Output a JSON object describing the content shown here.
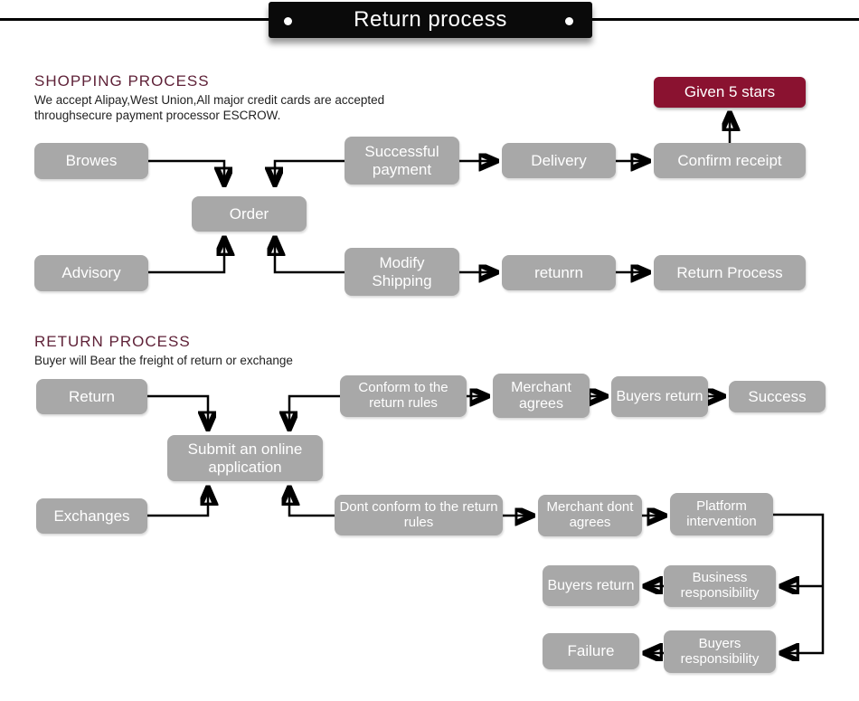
{
  "title_bar": {
    "title": "Return process"
  },
  "colors": {
    "node_bg": "#a8a8a8",
    "node_text": "#ffffff",
    "accent": "#8a1230",
    "heading": "#5f2238",
    "body_text": "#1f1f1f",
    "line_color": "#000000",
    "ribbon_bg": "#0a0a0a",
    "ribbon_text": "#ffffff"
  },
  "sections": {
    "shopping": {
      "heading": "SHOPPING PROCESS",
      "description": "We accept Alipay,West Union,All major credit cards are accepted\nthroughsecure payment processor ESCROW.",
      "nodes": {
        "browes": "Browes",
        "successful_payment": "Successful payment",
        "delivery": "Delivery",
        "confirm_receipt": "Confirm receipt",
        "given_5_stars": "Given 5 stars",
        "order": "Order",
        "advisory": "Advisory",
        "modify_shipping": "Modify Shipping",
        "retunrn": "retunrn",
        "return_process": "Return Process"
      },
      "edges": [
        {
          "from": "Browes",
          "to": "Order"
        },
        {
          "from": "Successful payment",
          "to": "Order"
        },
        {
          "from": "Successful payment",
          "to": "Delivery"
        },
        {
          "from": "Delivery",
          "to": "Confirm receipt"
        },
        {
          "from": "Confirm receipt",
          "to": "Given 5 stars"
        },
        {
          "from": "Advisory",
          "to": "Order"
        },
        {
          "from": "Modify Shipping",
          "to": "Order"
        },
        {
          "from": "Modify Shipping",
          "to": "retunrn"
        },
        {
          "from": "retunrn",
          "to": "Return Process"
        }
      ]
    },
    "return": {
      "heading": "RETURN PROCESS",
      "description": "Buyer will Bear the freight of return or exchange",
      "nodes": {
        "return": "Return",
        "conform_rules": "Conform to the return rules",
        "merchant_agrees": "Merchant agrees",
        "buyers_return_1": "Buyers return",
        "success": "Success",
        "submit_application": "Submit an online application",
        "exchanges": "Exchanges",
        "dont_conform": "Dont conform to the return rules",
        "merchant_dont_agrees": "Merchant dont agrees",
        "platform_intervention": "Platform intervention",
        "buyers_return_2": "Buyers return",
        "business_responsibility": "Business responsibility",
        "failure": "Failure",
        "buyers_responsibility": "Buyers responsibility"
      },
      "edges": [
        {
          "from": "Return",
          "to": "Submit an online application"
        },
        {
          "from": "Conform to the return rules",
          "to": "Submit an online application"
        },
        {
          "from": "Conform to the return rules",
          "to": "Merchant agrees"
        },
        {
          "from": "Merchant agrees",
          "to": "Buyers return"
        },
        {
          "from": "Buyers return",
          "to": "Success"
        },
        {
          "from": "Exchanges",
          "to": "Submit an online application"
        },
        {
          "from": "Dont conform to the return rules",
          "to": "Submit an online application"
        },
        {
          "from": "Dont conform to the return rules",
          "to": "Merchant dont agrees"
        },
        {
          "from": "Merchant dont agrees",
          "to": "Platform intervention"
        },
        {
          "from": "Platform intervention",
          "to": "Business responsibility"
        },
        {
          "from": "Platform intervention",
          "to": "Buyers responsibility"
        },
        {
          "from": "Business responsibility",
          "to": "Buyers return"
        },
        {
          "from": "Buyers responsibility",
          "to": "Failure"
        }
      ]
    }
  }
}
